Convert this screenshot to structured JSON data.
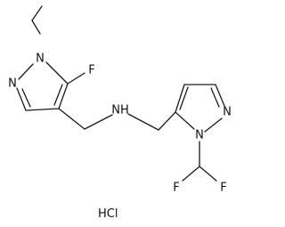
{
  "labels": {
    "n_ethyl": "N",
    "n_left_ring": "N",
    "f_ring": "F",
    "nh": "NH",
    "n_right_top": "N",
    "n_right_sub": "N",
    "f_left": "F",
    "f_right": "F",
    "salt": "HCl"
  }
}
